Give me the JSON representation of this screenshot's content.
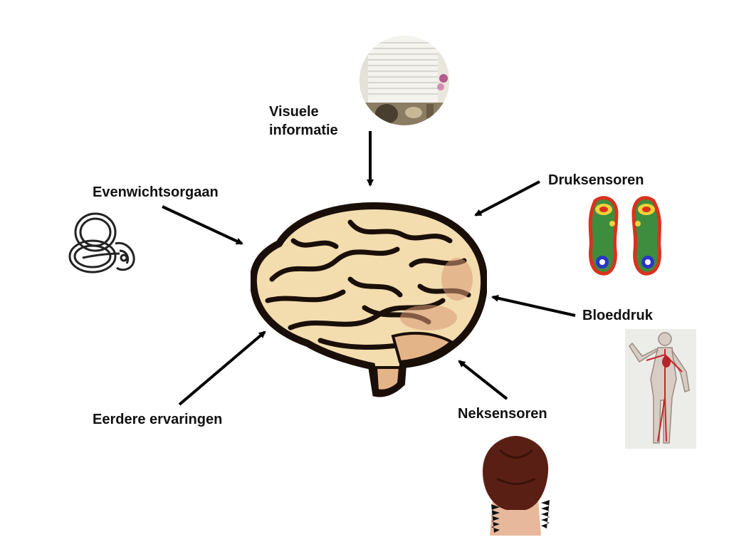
{
  "labels": {
    "visual": [
      "Visuele",
      "informatie"
    ],
    "balance": "Evenwichtsorgaan",
    "pressure": "Druksensoren",
    "blood": "Bloeddruk",
    "neck": "Neksensoren",
    "experience": "Eerdere ervaringen"
  },
  "icons": {
    "center": "brain-icon",
    "visual": "room-photo-icon",
    "balance": "inner-ear-icon",
    "pressure": "foot-pressure-map-icon",
    "blood": "circulatory-system-icon",
    "neck": "neck-photo-icon"
  },
  "colors": {
    "text": "#111111",
    "arrow": "#000000",
    "brain_fill": "#f3dcae",
    "brain_outline": "#1a0f08",
    "pressure_green": "#3e8d3e",
    "pressure_red": "#d8321f",
    "pressure_yellow": "#f2d23a",
    "pressure_blue": "#2d33c8"
  }
}
